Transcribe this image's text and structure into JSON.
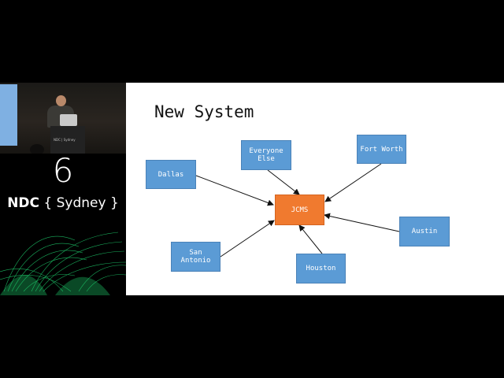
{
  "conference": {
    "session_number": "6",
    "name_bold": "NDC",
    "name_light": "{ Sydney }",
    "lectern_label": "NDC | Sydney"
  },
  "slide": {
    "title": "New System",
    "nodes": {
      "dallas": "Dallas",
      "everyone_else": "Everyone\nElse",
      "fort_worth": "Fort Worth",
      "jcms": "JCMS",
      "san_antonio": "San\nAntonio",
      "houston": "Houston",
      "austin": "Austin"
    }
  },
  "colors": {
    "node_fill": "#5b9bd5",
    "center_fill": "#f07a2f",
    "logo_green": "#1fd06e"
  }
}
